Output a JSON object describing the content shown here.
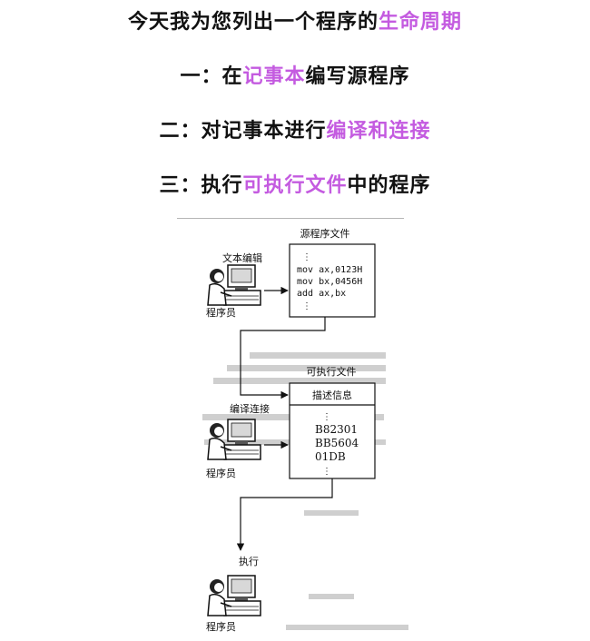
{
  "title": {
    "part1": "今天我为您列出一个程序的",
    "highlight": "生命周期",
    "color": "#c45be0"
  },
  "steps": [
    {
      "prefix": "一：在",
      "highlight": "记事本",
      "suffix": "编写源程序"
    },
    {
      "prefix": "二：对记事本进行",
      "highlight": "编译和连接",
      "suffix": ""
    },
    {
      "prefix": "三：执行",
      "highlight": "可执行文件",
      "suffix": "中的程序"
    }
  ],
  "diagram": {
    "source_file_title": "源程序文件",
    "source_code": [
      "⋮",
      "mov ax,0123H",
      "mov bx,0456H",
      "add ax,bx",
      "⋮"
    ],
    "editing_label": "文本编辑",
    "programmer_label": "程序员",
    "exe_file_title": "可执行文件",
    "exe_header": "描述信息",
    "exe_code": [
      "⋮",
      "B82301",
      "BB5604",
      "01DB",
      "⋮"
    ],
    "compile_label": "编译连接",
    "execute_label": "执行"
  }
}
